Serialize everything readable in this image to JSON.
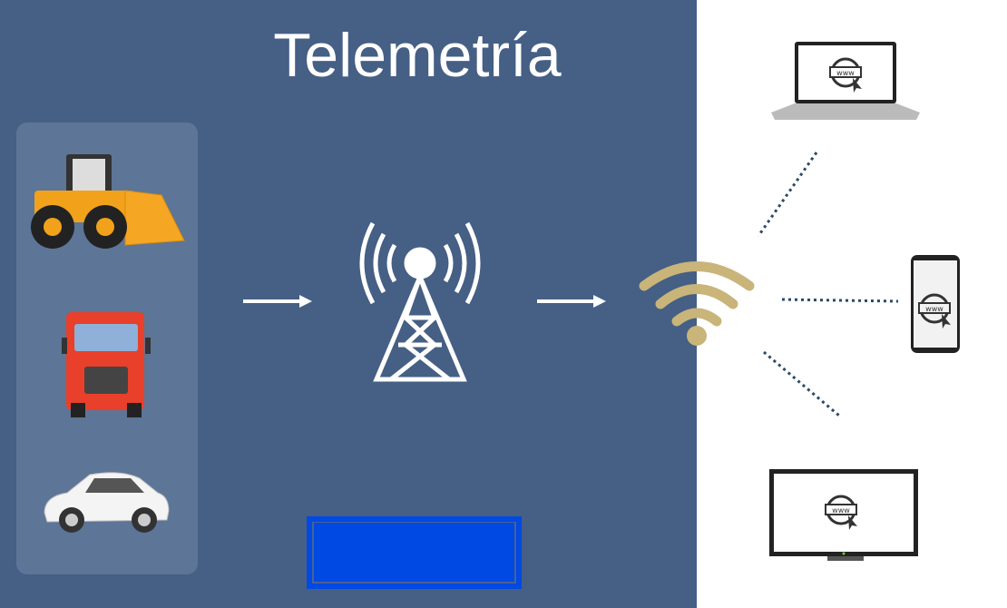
{
  "title": "Telemetría",
  "vehicles": [
    "wheel-loader",
    "truck",
    "car"
  ],
  "devices": [
    "laptop",
    "smartphone",
    "monitor"
  ],
  "device_screen_text": "www",
  "colors": {
    "background": "#455f85",
    "panel": "#5d7597",
    "wifi": "#c9b47a",
    "box": "#0049e2"
  }
}
